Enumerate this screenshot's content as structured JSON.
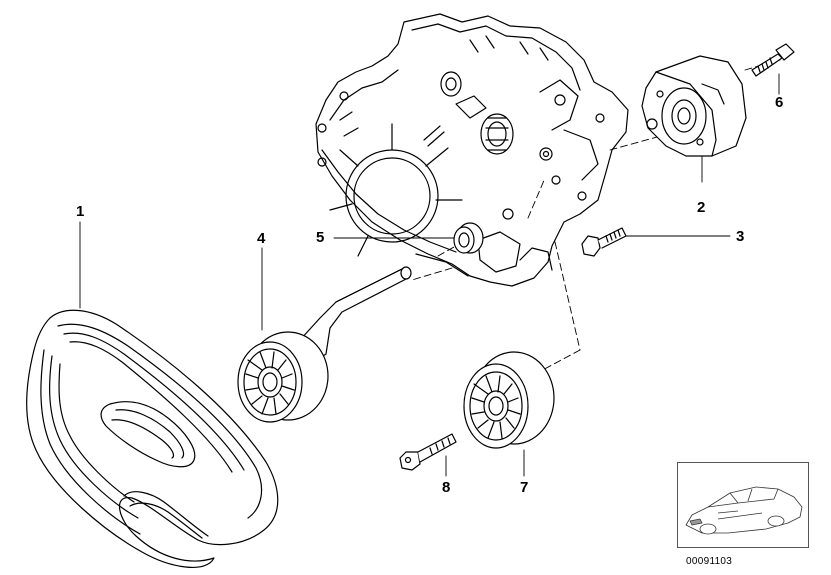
{
  "callouts": {
    "c1": "1",
    "c2": "2",
    "c3": "3",
    "c4": "4",
    "c5": "5",
    "c6": "6",
    "c7": "7",
    "c8": "8"
  },
  "reference_code": "00091103",
  "icons": {
    "engine_block": "engine-block-icon",
    "belt": "ribbed-belt-icon",
    "tensioner": "belt-tensioner-icon",
    "idler_pulley": "pulley-icon",
    "car_thumbnail": "car-icon"
  }
}
